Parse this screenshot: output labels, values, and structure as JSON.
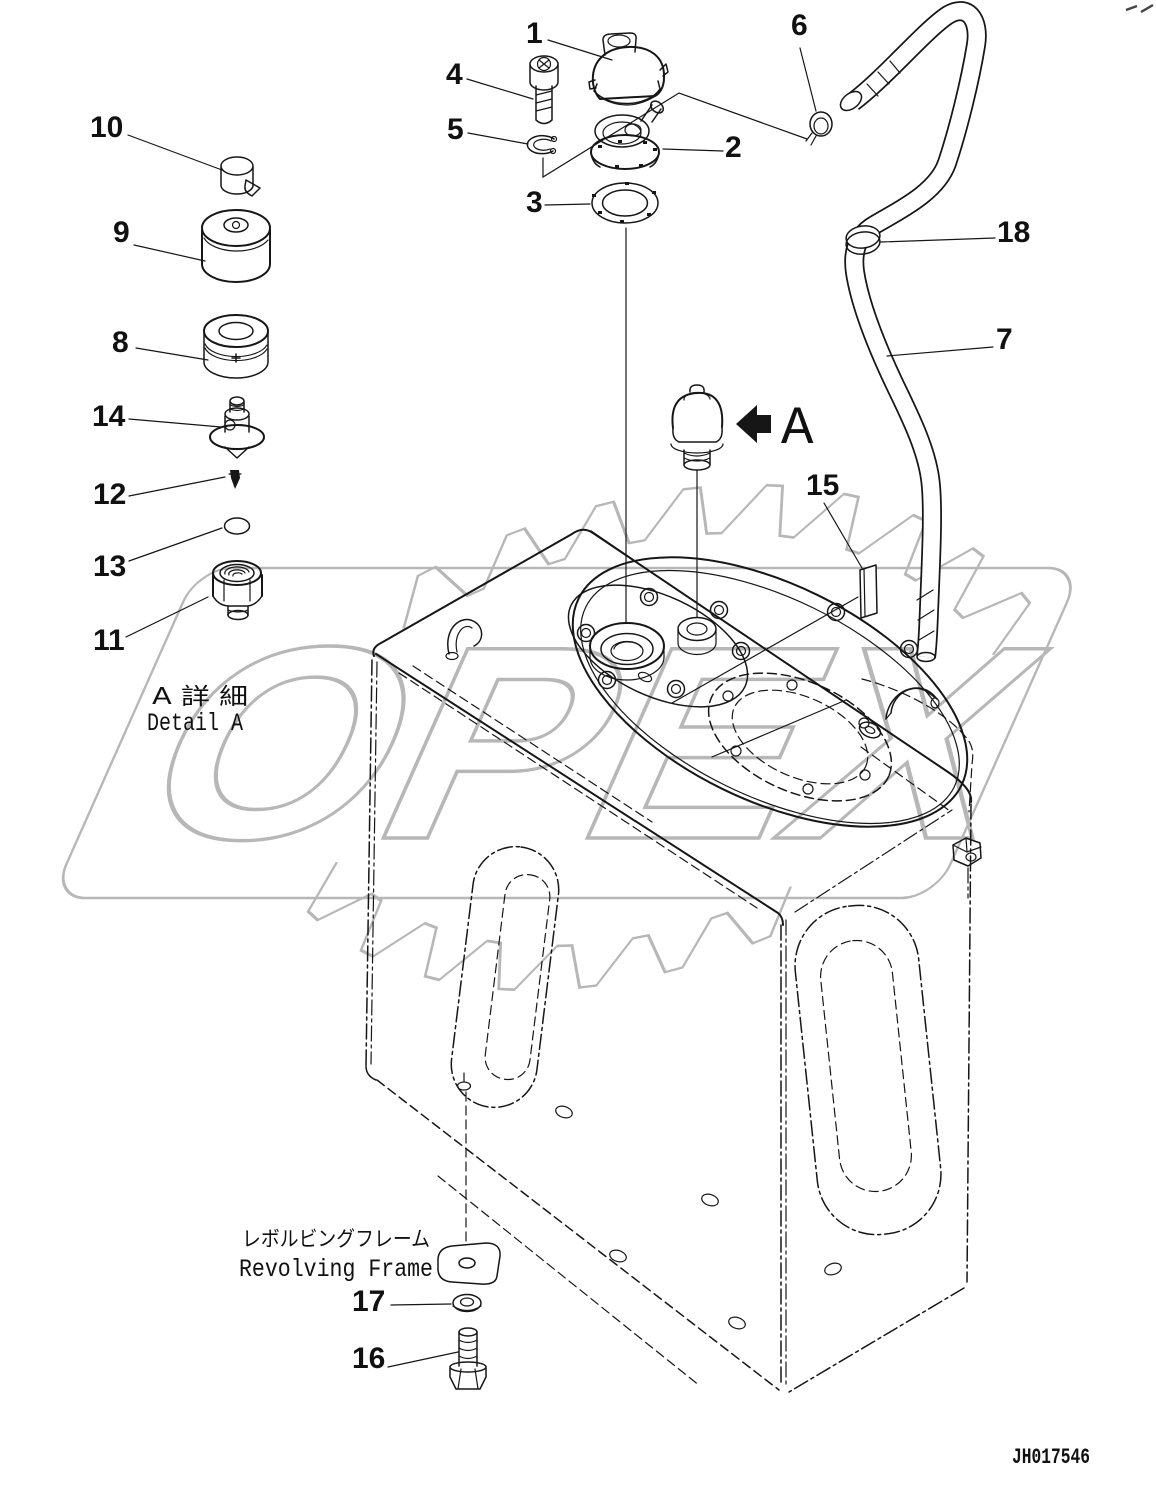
{
  "document": {
    "drawing_code": "JH017546",
    "watermark_text": "OPEX",
    "watermark_color": "#b7b7b7",
    "line_color": "#161616"
  },
  "annotations": {
    "detail_view_ja": "A 詳 細",
    "detail_view_en": "Detail A",
    "revolving_frame_ja": "レボルビングフレーム",
    "revolving_frame_en": "Revolving Frame",
    "section_letter": "A"
  },
  "callouts": [
    "1",
    "2",
    "3",
    "4",
    "5",
    "6",
    "7",
    "8",
    "9",
    "10",
    "11",
    "12",
    "13",
    "14",
    "15",
    "16",
    "17",
    "18"
  ]
}
